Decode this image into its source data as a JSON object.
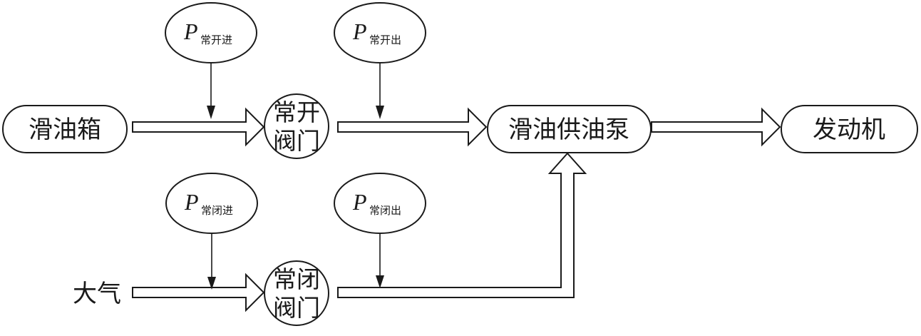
{
  "nodes": {
    "oil_tank": {
      "label": "滑油箱"
    },
    "normally_open_valve": {
      "lines": [
        "常开",
        "阀门"
      ]
    },
    "oil_supply_pump": {
      "label": "滑油供油泵"
    },
    "engine": {
      "label": "发动机"
    },
    "normally_closed_valve": {
      "lines": [
        "常闭",
        "阀门"
      ]
    },
    "atmosphere": {
      "label": "大气"
    }
  },
  "sensors": {
    "open_inlet": {
      "symbol": "P",
      "subscript": "常开进"
    },
    "open_outlet": {
      "symbol": "P",
      "subscript": "常开出"
    },
    "closed_inlet": {
      "symbol": "P",
      "subscript": "常闭进"
    },
    "closed_outlet": {
      "symbol": "P",
      "subscript": "常闭出"
    }
  }
}
